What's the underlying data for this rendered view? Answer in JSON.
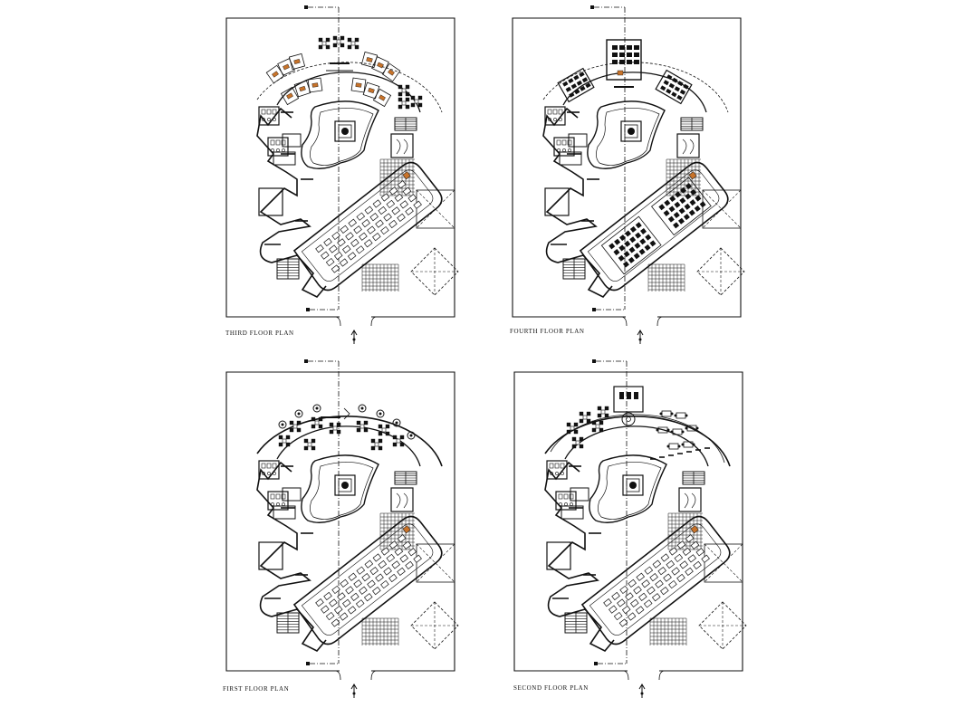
{
  "sheet": {
    "stroke_color": "#111111",
    "furniture_accent_color": "#c8732a",
    "plans": [
      {
        "id": "third",
        "label": "THIRD FLOOR PLAN",
        "top_layout": "offices"
      },
      {
        "id": "fourth",
        "label": "FOURTH FLOOR PLAN",
        "top_layout": "classrooms"
      },
      {
        "id": "first",
        "label": "FIRST FLOOR PLAN",
        "top_layout": "lounge"
      },
      {
        "id": "second",
        "label": "SECOND FLOOR PLAN",
        "top_layout": "library"
      }
    ],
    "icons": {
      "north_arrow": "north-arrow-icon",
      "section_marker": "section-marker-icon",
      "skylight": "skylight-icon"
    }
  }
}
